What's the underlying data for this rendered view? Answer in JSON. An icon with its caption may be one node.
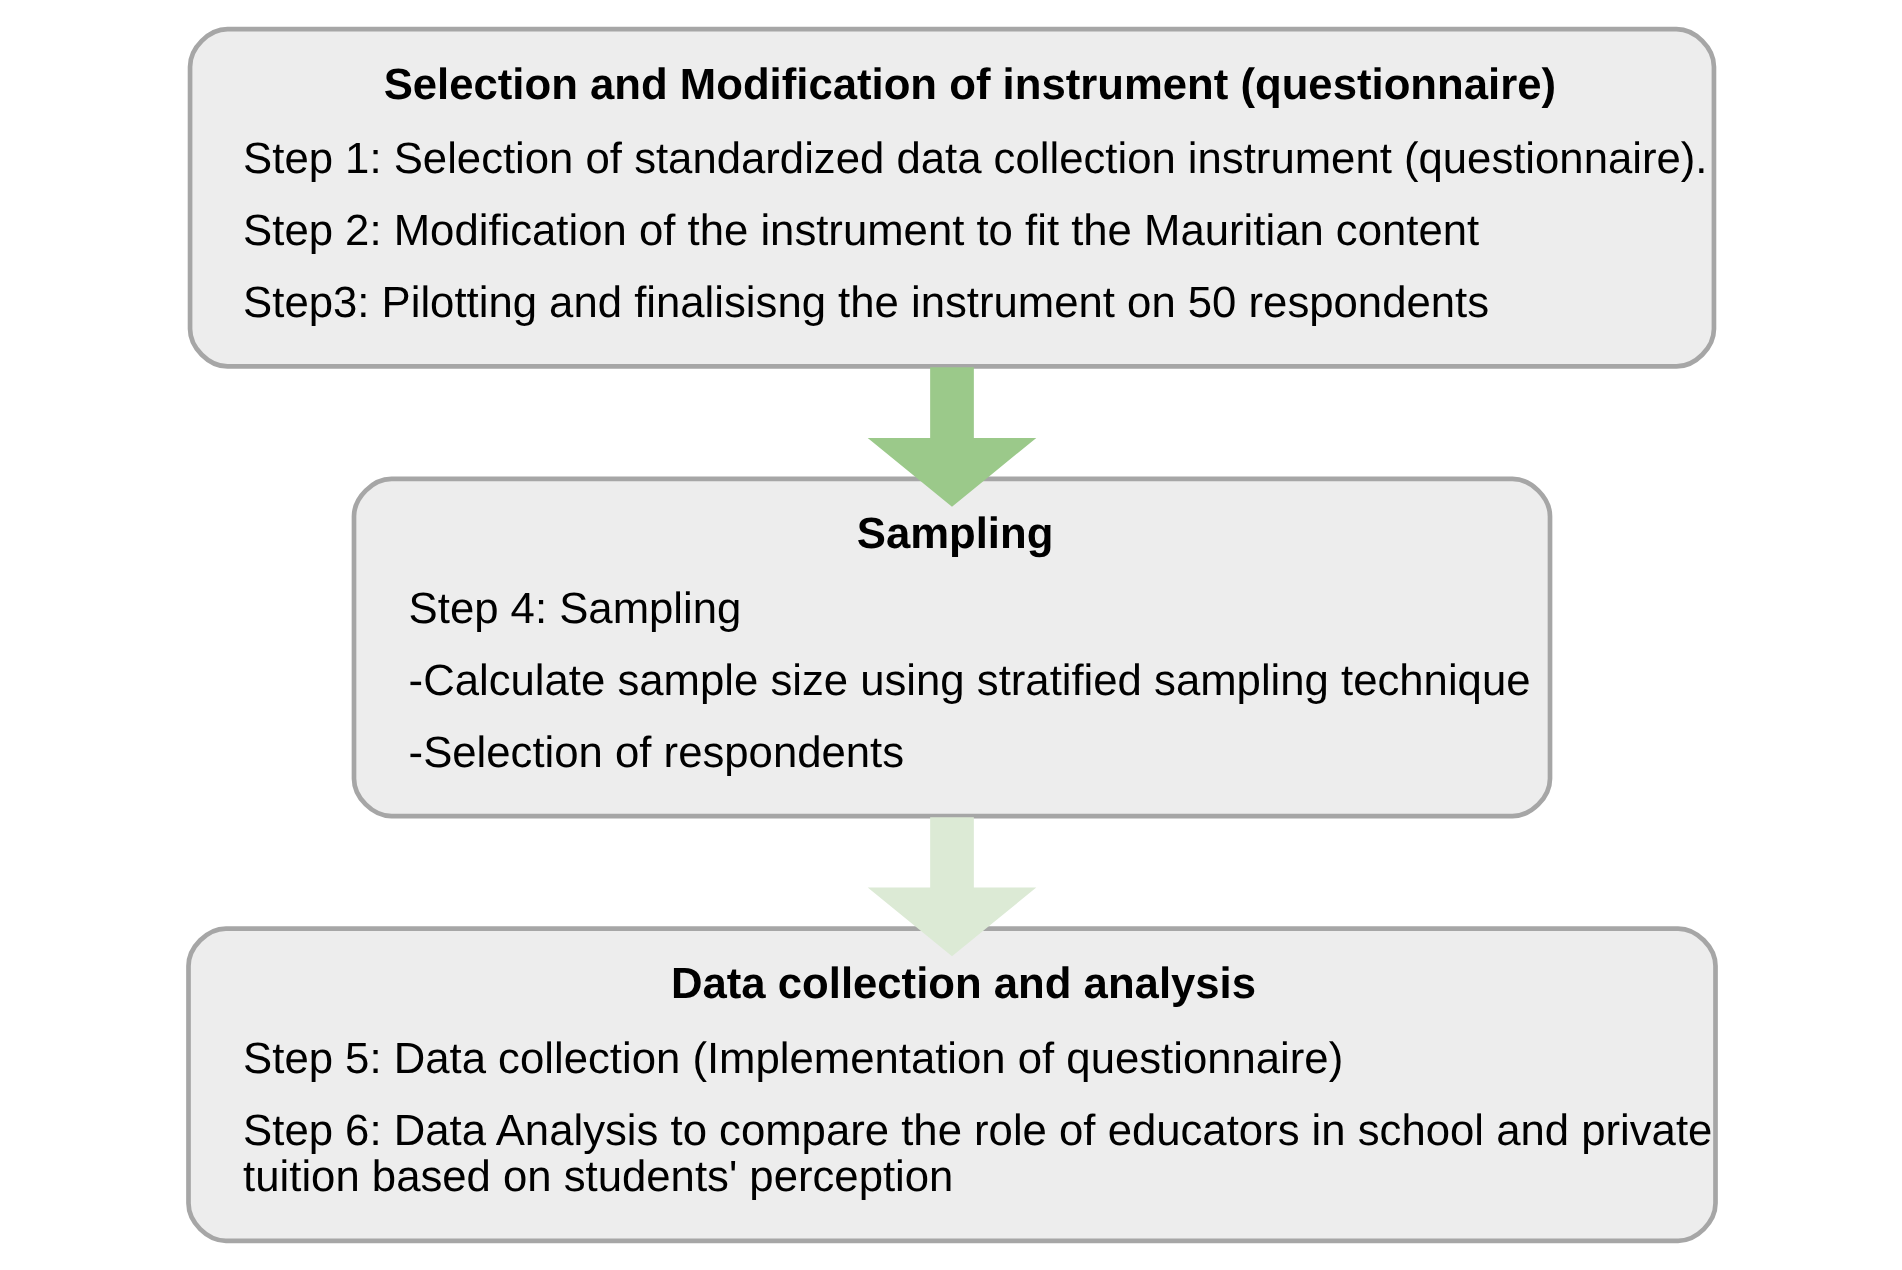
{
  "diagram": {
    "nodes": [
      {
        "text": [
          "Selection and Modification of instrument (questionnaire)",
          "Step 1: Selection of standardized data collection instrument (questionnaire).",
          "Step 2: Modification of the instrument to fit the Mauritian content",
          "Step3: Pilotting and finalisisng the instrument on 50 respondents"
        ]
      },
      {
        "text": [
          "Sampling",
          "Step 4: Sampling",
          "-Calculate sample size using stratified sampling technique",
          "-Selection of respondents"
        ]
      },
      {
        "text": [
          "Data collection and analysis",
          "Step 5: Data collection (Implementation of questionnaire)",
          "Step 6: Data Analysis to compare the role of educators in school and private tuition based on students' perception"
        ]
      }
    ],
    "edges": [
      {
        "from": 0,
        "to": 1,
        "arrow": "to",
        "color": "#9bc98a"
      },
      {
        "from": 1,
        "to": 2,
        "arrow": "to",
        "color": "#dcead5"
      }
    ]
  }
}
